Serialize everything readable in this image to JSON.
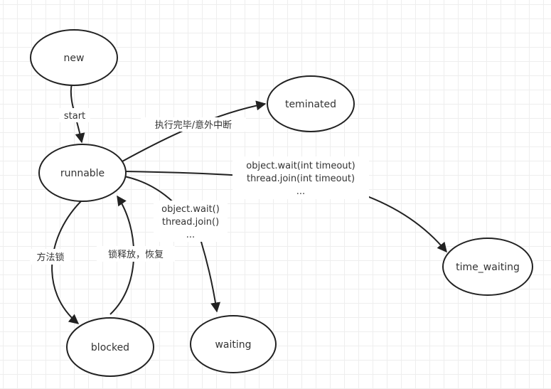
{
  "diagram": {
    "nodes": {
      "new": "new",
      "runnable": "runnable",
      "terminated": "teminated",
      "time_waiting": "time_waiting",
      "blocked": "blocked",
      "waiting": "waiting"
    },
    "edges": {
      "start": "start",
      "finished": "执行完毕/意外中断",
      "timed_wait_line1": "object.wait(int timeout)",
      "timed_wait_line2": "thread.join(int timeout)",
      "timed_wait_line3": "...",
      "wait_line1": "object.wait()",
      "wait_line2": "thread.join()",
      "wait_line3": "...",
      "lock": "方法锁",
      "release": "锁释放，恢复"
    }
  }
}
